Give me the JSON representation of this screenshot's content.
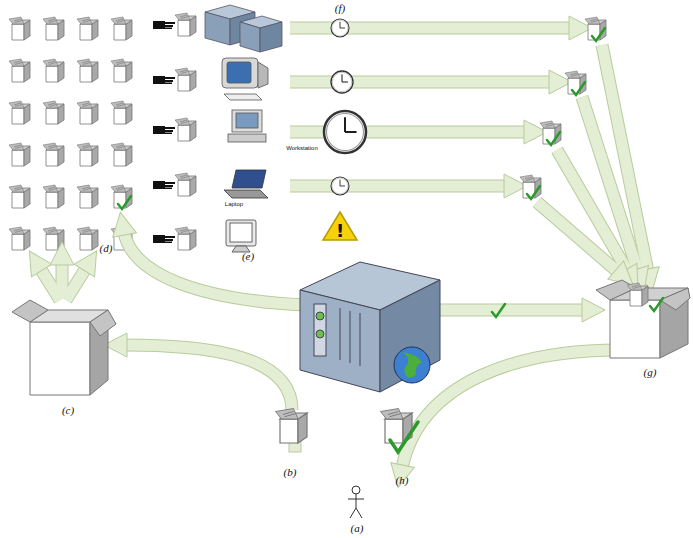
{
  "diagram": {
    "labels": [
      "(f)",
      "Workstation",
      "Laptop",
      "(d)",
      "(e)",
      "(c)",
      "(g)",
      "(b)",
      "(h)",
      "(a)"
    ]
  }
}
